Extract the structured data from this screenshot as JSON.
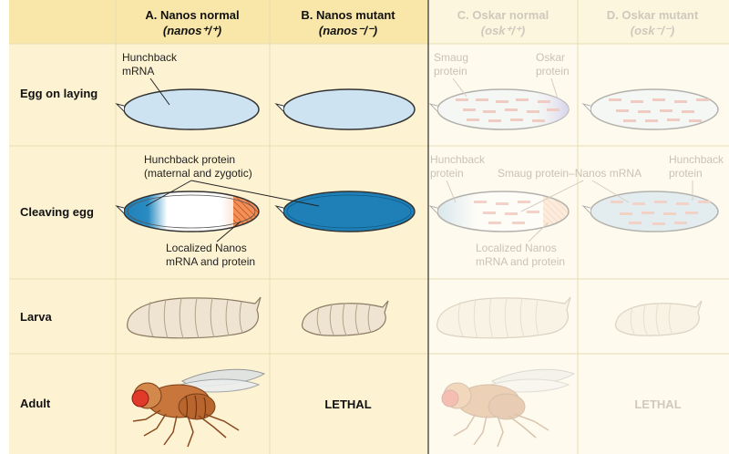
{
  "columns": [
    {
      "title": "A. Nanos normal",
      "genotype": "(nanos⁺/⁺)"
    },
    {
      "title": "B. Nanos mutant",
      "genotype": "(nanos⁻/⁻)"
    },
    {
      "title": "C. Oskar normal",
      "genotype": "(osk⁺/⁺)"
    },
    {
      "title": "D. Oskar mutant",
      "genotype": "(osk⁻/⁻)"
    }
  ],
  "rows": [
    "Egg on laying",
    "Cleaving egg",
    "Larva",
    "Adult"
  ],
  "annotations": {
    "hunchback_mrna": [
      "Hunchback",
      "mRNA"
    ],
    "hunchback_protein": [
      "Hunchback protein",
      "(maternal and zygotic)"
    ],
    "localized_nanos": [
      "Localized Nanos",
      "mRNA and protein"
    ],
    "smaug_protein": [
      "Smaug",
      "protein"
    ],
    "oskar_protein": [
      "Oskar",
      "protein"
    ],
    "hunchback_protein_c": [
      "Hunchback",
      "protein"
    ],
    "smaug_nanos": "Smaug protein–Nanos mRNA",
    "hunchback_protein_d": [
      "Hunchback",
      "protein"
    ],
    "localized_nanos_c": [
      "Localized Nanos",
      "mRNA and protein"
    ]
  },
  "lethal_b": "LETHAL",
  "lethal_d": "LETHAL",
  "colors": {
    "header_bg": "#f8e7a8",
    "cell_bg": "#fdf3d3",
    "faded_bg": "#fefaee",
    "mrna_blue": "#cde3f1",
    "protein_blue": "#1f80b8",
    "nanos_orange": "#e87a3a"
  }
}
